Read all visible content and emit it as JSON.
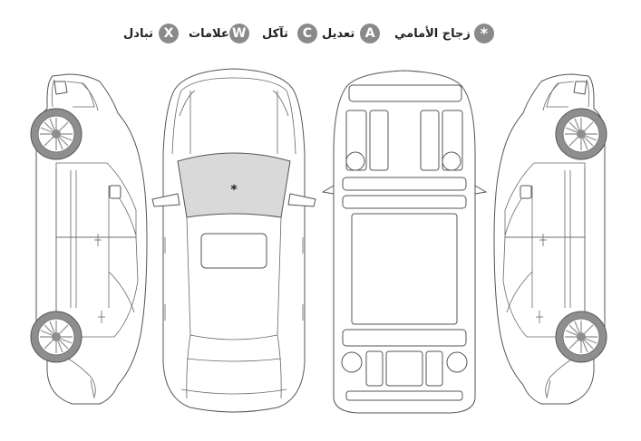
{
  "legend": [
    {
      "symbol": "*",
      "label": "زجاج الأمامي"
    },
    {
      "symbol": "A",
      "label": "تعديل"
    },
    {
      "symbol": "C",
      "label": "تآكل"
    },
    {
      "symbol": "W",
      "label": "علامات"
    },
    {
      "symbol": "X",
      "label": "تبادل"
    }
  ],
  "marks": {
    "windshield": "*"
  },
  "colors": {
    "badge": "#8a8a8a",
    "windshield_fill": "#d9d9d9",
    "wheel": "#8e8e8e",
    "outline": "#555555"
  }
}
